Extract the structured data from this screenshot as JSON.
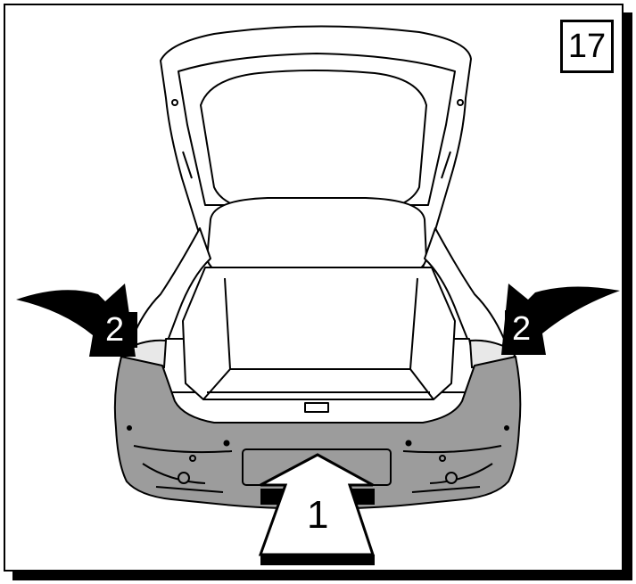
{
  "step_number": "17",
  "callouts": {
    "push_label": "1",
    "left_pull_label": "2",
    "right_pull_label": "2"
  },
  "colors": {
    "bumper_fill": "#9c9c9c",
    "car_outline": "#000000",
    "car_body": "#ffffff",
    "arrow_dark": "#000000",
    "arrow_light": "#ffffff"
  }
}
